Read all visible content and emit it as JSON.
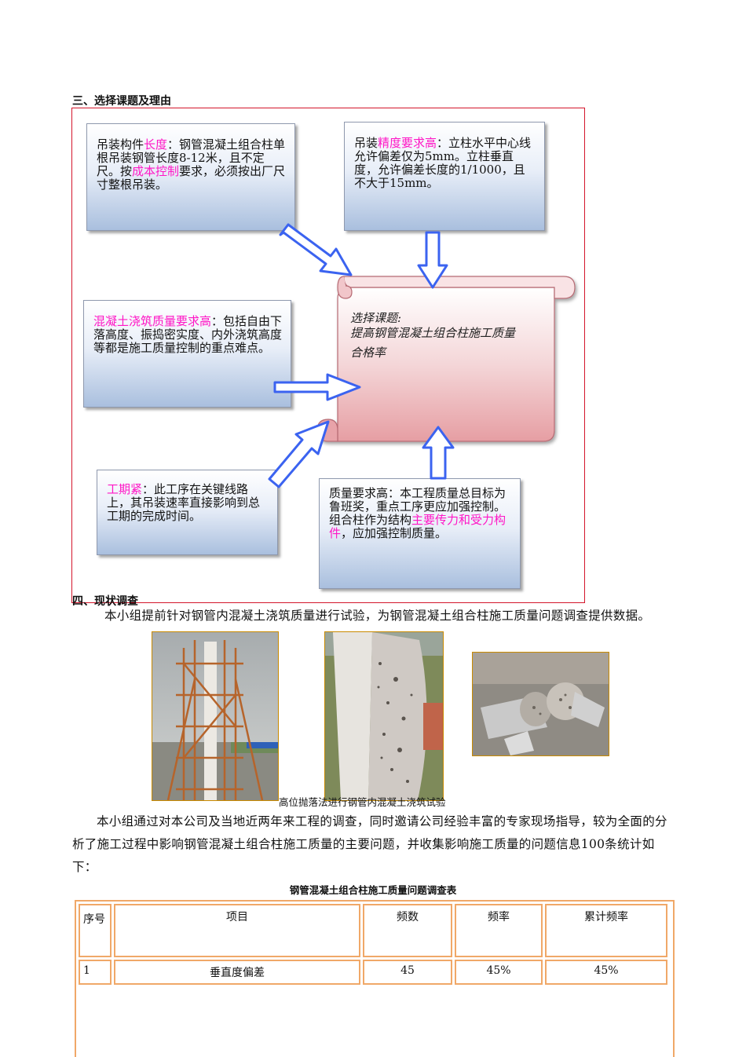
{
  "sections": {
    "selection_heading": "三、选择课题及理由",
    "status_heading": "四、现状调查"
  },
  "cards": {
    "length": {
      "hl1": "长度",
      "t1": "吊装构件",
      "t2": "：钢管混凝土组合柱单根吊装钢管长度8-12米，且不定尺。按",
      "hl2": "成本控制",
      "t3": "要求，必须按出厂尺寸整根吊装。"
    },
    "precision": {
      "t1": "吊装",
      "hl1": "精度要求高",
      "t2": "：立柱水平中心线允许偏差仅为5mm。立柱垂直度，允许偏差长度的1/1000，且不大于15mm。"
    },
    "concrete": {
      "hl1": "混凝土浇筑质量要求高",
      "t1": "：包括自由下落高度、振捣密实度、内外浇筑高度等都是施工质量控制的重点难点。"
    },
    "schedule": {
      "hl1": "工期紧",
      "t1": "：此工序在关键线路上，其吊装速率直接影响到总工期的完成时间。"
    },
    "quality": {
      "t1": "质量要求高：本工程质量总目标为鲁班奖，重点工序更应加强控制。",
      "t2": "组合柱作为结构",
      "hl1": "主要传力和受力构件",
      "t3": "，应加强控制质量。"
    }
  },
  "topic": {
    "line1": "选择课题:",
    "line2": "提高钢管混凝土组合柱施工质量",
    "line3": "合格率"
  },
  "status": {
    "intro": "本小组提前针对钢管内混凝土浇筑质量进行试验，为钢管混凝土组合柱施工质量问题调查提供数据。",
    "photo_caption": "高位抛落法进行钢管内混凝土浇筑试验",
    "paragraph": "本小组通过对本公司及当地近两年来工程的调查，同时邀请公司经验丰富的专家现场指导，较为全面的分析了施工过程中影响钢管混凝土组合柱施工质量的主要问题，并收集影响施工质量的问题信息100条统计如下：",
    "table_title": "钢管混凝土组合柱施工质量问题调查表"
  },
  "table": {
    "headers": [
      "序号",
      "项目",
      "频数",
      "频率",
      "累计频率"
    ],
    "rows": [
      [
        "1",
        "垂直度偏差",
        "45",
        "45%",
        "45%"
      ]
    ]
  },
  "colors": {
    "frame": "#d4152b",
    "highlight": "#ff16c6",
    "arrow": "#3b63f0",
    "table_border": "#f0a868"
  }
}
